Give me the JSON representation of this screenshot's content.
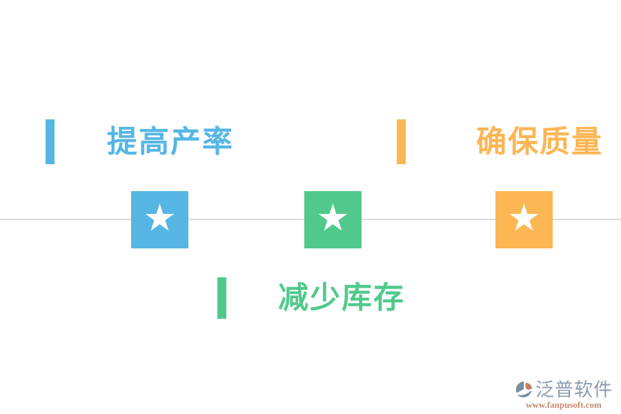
{
  "figure": {
    "star_glyph": "★",
    "line_color": "#DCDCDC",
    "items": [
      {
        "id": "increase-yield",
        "label": "提高产率",
        "color": "#55B6E4",
        "label_position": "top-left"
      },
      {
        "id": "reduce-inventory",
        "label": "减少库存",
        "color": "#51C98D",
        "label_position": "bottom-center"
      },
      {
        "id": "ensure-quality",
        "label": "确保质量",
        "color": "#FCB654",
        "label_position": "top-right"
      }
    ]
  },
  "watermark": {
    "brand": "泛普软件",
    "url": "www.fanpusoft.com",
    "brand_color": "#8C9CAE",
    "url_color": "#C8896B",
    "icon_slate_color": "#7C8CA0",
    "icon_orange_color": "#C97B63"
  }
}
